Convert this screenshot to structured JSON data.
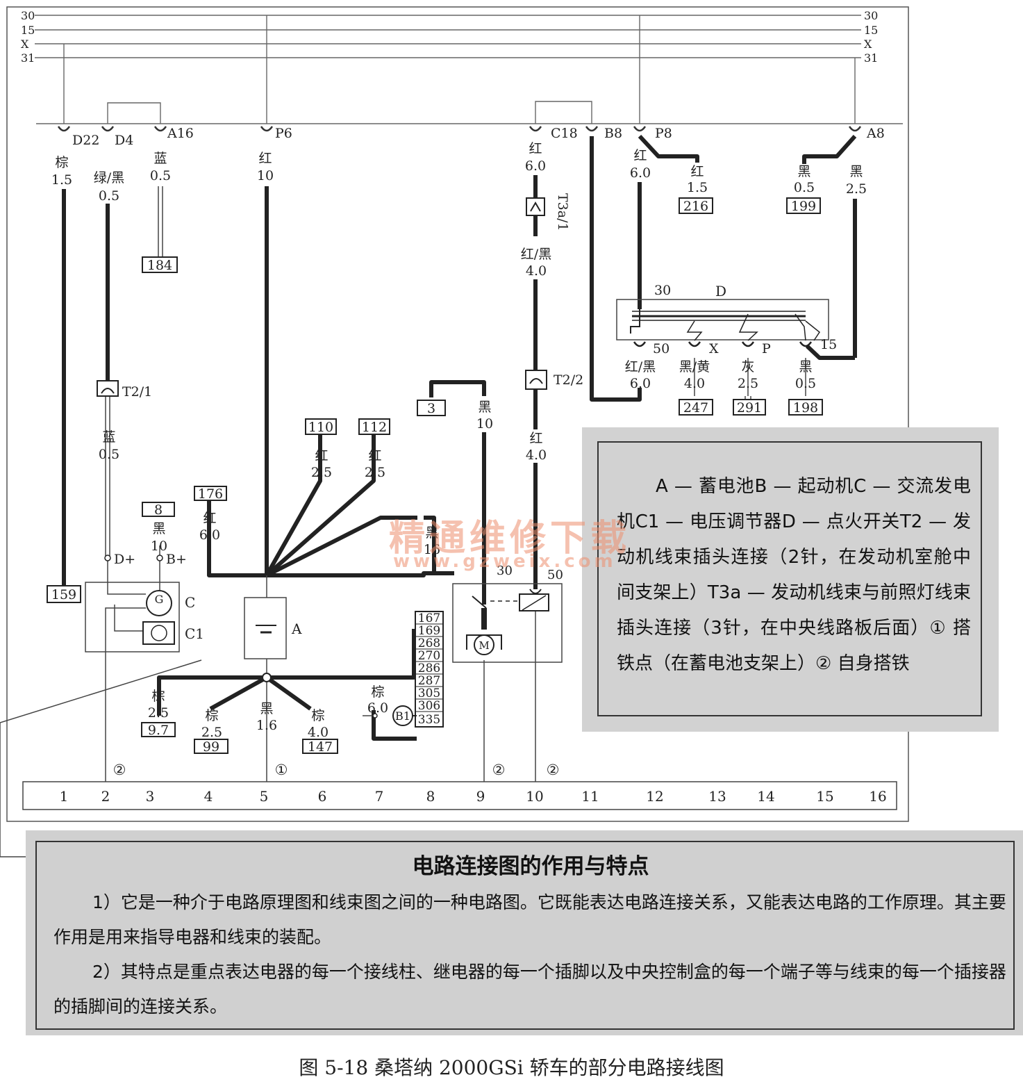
{
  "rails": {
    "left": [
      "30",
      "15",
      "X",
      "31"
    ],
    "right": [
      "30",
      "15",
      "X",
      "31"
    ]
  },
  "connectors": {
    "D22": "D22",
    "D4": "D4",
    "A16": "A16",
    "P6": "P6",
    "C18": "C18",
    "B8": "B8",
    "P8": "P8",
    "A8": "A8",
    "T2_1": "T2/1",
    "T2_2": "T2/2",
    "T3a_1": "T3a/1"
  },
  "wires": {
    "w_d22": {
      "color": "棕",
      "size": "1.5"
    },
    "w_d4": {
      "color": "绿/黑",
      "size": "0.5"
    },
    "w_a16": {
      "color": "蓝",
      "size": "0.5"
    },
    "w_p6": {
      "color": "红",
      "size": "10"
    },
    "w_c18": {
      "color": "红",
      "size": "6.0"
    },
    "w_c18b": {
      "color": "红/黑",
      "size": "4.0"
    },
    "w_p8": {
      "color": "红",
      "size": "6.0"
    },
    "w_p8b": {
      "color": "红",
      "size": "1.5"
    },
    "w_a8a": {
      "color": "黑",
      "size": "0.5"
    },
    "w_a8b": {
      "color": "黑",
      "size": "2.5"
    },
    "w_t21": {
      "color": "蓝",
      "size": "0.5"
    },
    "w_b": {
      "color": "黑",
      "size": "10"
    },
    "w_110": {
      "color": "红",
      "size": "2.5"
    },
    "w_112": {
      "color": "红",
      "size": "2.5"
    },
    "w_176": {
      "color": "红",
      "size": "6.0"
    },
    "w_16": {
      "color": "黑",
      "size": "16"
    },
    "w_m": {
      "color": "黑",
      "size": "10"
    },
    "w_t22": {
      "color": "红",
      "size": "4.0"
    },
    "w_s50": {
      "color": "红/黑",
      "size": "6.0"
    },
    "w_sx": {
      "color": "黑/黄",
      "size": "4.0"
    },
    "w_sp": {
      "color": "灰",
      "size": "2.5"
    },
    "w_s15": {
      "color": "黑",
      "size": "0.5"
    },
    "w_g1": {
      "color": "棕",
      "size": "2.5"
    },
    "w_g2": {
      "color": "棕",
      "size": "2.5"
    },
    "w_g3": {
      "color": "黑",
      "size": "1.6"
    },
    "w_g4": {
      "color": "棕",
      "size": "4.0"
    },
    "w_g5": {
      "color": "棕",
      "size": "6.0"
    }
  },
  "refs": {
    "r184": "184",
    "r159": "159",
    "r216": "216",
    "r199": "199",
    "r247": "247",
    "r291": "291",
    "r198": "198",
    "r3": "3",
    "r110": "110",
    "r112": "112",
    "r176": "176",
    "r8": "8",
    "r97": "9.7",
    "r99": "99",
    "r147": "147"
  },
  "ref_stack": [
    "167",
    "169",
    "268",
    "270",
    "286",
    "287",
    "305",
    "306",
    "335"
  ],
  "components": {
    "gen_label": "G",
    "c_label": "C",
    "c1_label": "C1",
    "a_label": "A",
    "d_label": "D",
    "d_30": "30",
    "m_label": "M",
    "b1_label": "B1",
    "dplus": "D+",
    "bplus": "B+",
    "m30": "30",
    "m50": "50",
    "s50": "50",
    "sx": "X",
    "sp": "P",
    "s15": "15"
  },
  "grounds": {
    "g2a": "②",
    "g1": "①",
    "g2b": "②",
    "g2c": "②"
  },
  "columns": [
    "1",
    "2",
    "3",
    "4",
    "5",
    "6",
    "7",
    "8",
    "9",
    "10",
    "11",
    "12",
    "13",
    "14",
    "15",
    "16"
  ],
  "legend_text": "A — 蓄电池B — 起动机C — 交流发电机C1 — 电压调节器D — 点火开关T2 — 发动机线束插头连接（2针，在发动机室舱中间支架上）T3a — 发动机线束与前照灯线束插头连接（3针，在中央线路板后面）① 搭铁点（在蓄电池支架上）② 自身搭铁",
  "info": {
    "title": "电路连接图的作用与特点",
    "p1": "1）它是一种介于电路原理图和线束图之间的一种电路图。它既能表达电路连接关系，又能表达电路的工作原理。其主要作用是用来指导电器和线束的装配。",
    "p2": "2）其特点是重点表达电器的每一个接线柱、继电器的每一个插脚以及中央控制盒的每一个端子等与线束的每一个插接器的插脚间的连接关系。"
  },
  "caption": "图 5-18    桑塔纳 2000GSi 轿车的部分电路接线图",
  "watermark": {
    "text": "精通维修下载",
    "url": "www.gzweix.com"
  }
}
